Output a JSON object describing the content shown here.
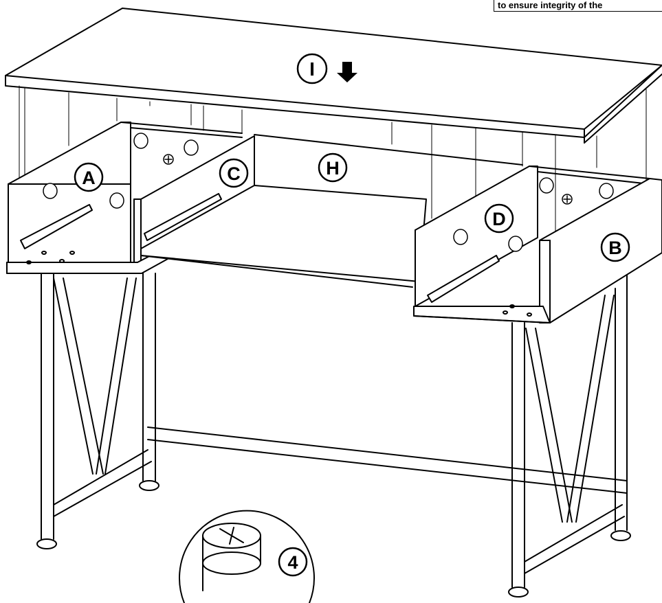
{
  "note": {
    "text": "to ensure integrity of the"
  },
  "labels": {
    "I": "I",
    "H": "H",
    "A": "A",
    "B": "B",
    "C": "C",
    "D": "D",
    "hardware_number": "4"
  },
  "colors": {
    "ink": "#000000",
    "paper": "#ffffff"
  },
  "icons": [
    "down-arrow-icon",
    "cam-lock-icon",
    "screw-icon"
  ]
}
